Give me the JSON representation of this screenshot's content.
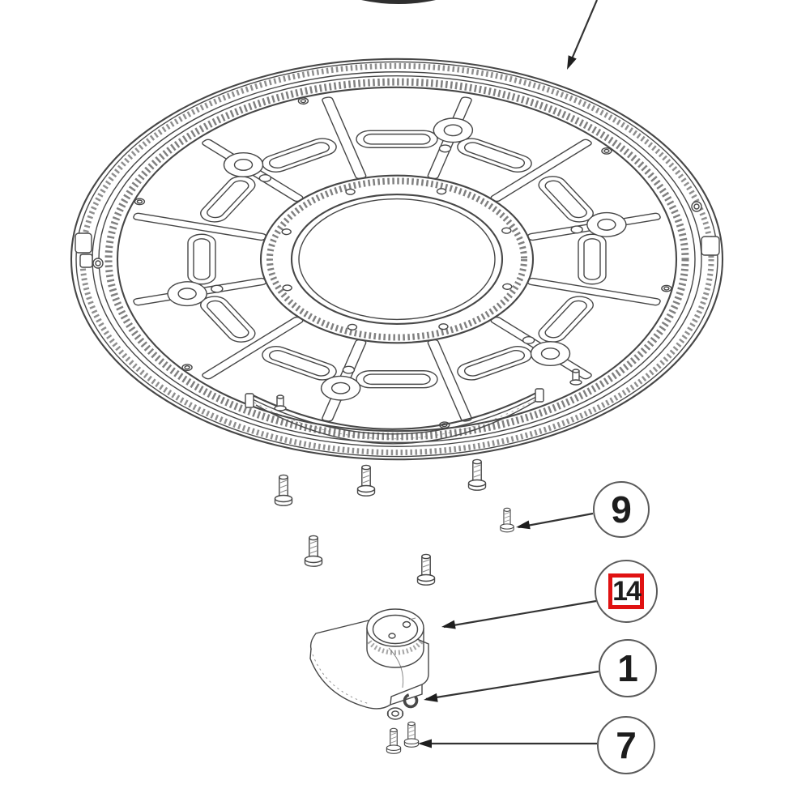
{
  "diagram": {
    "kind": "exploded-parts-diagram",
    "background_color": "#ffffff",
    "line_color": "#474747",
    "arrow_color": "#1e1e1e",
    "callout_border_color": "#5a5a5a",
    "number_color": "#1d1d1d",
    "highlight_box_color": "#e01212",
    "callouts": [
      {
        "number": "9",
        "highlighted": false,
        "points_to": "small-rim-screw"
      },
      {
        "number": "14",
        "highlighted": true,
        "points_to": "guard-cover-part"
      },
      {
        "number": "1",
        "highlighted": false,
        "points_to": "lock-washer"
      },
      {
        "number": "7",
        "highlighted": false,
        "points_to": "pair-of-screws"
      }
    ]
  }
}
